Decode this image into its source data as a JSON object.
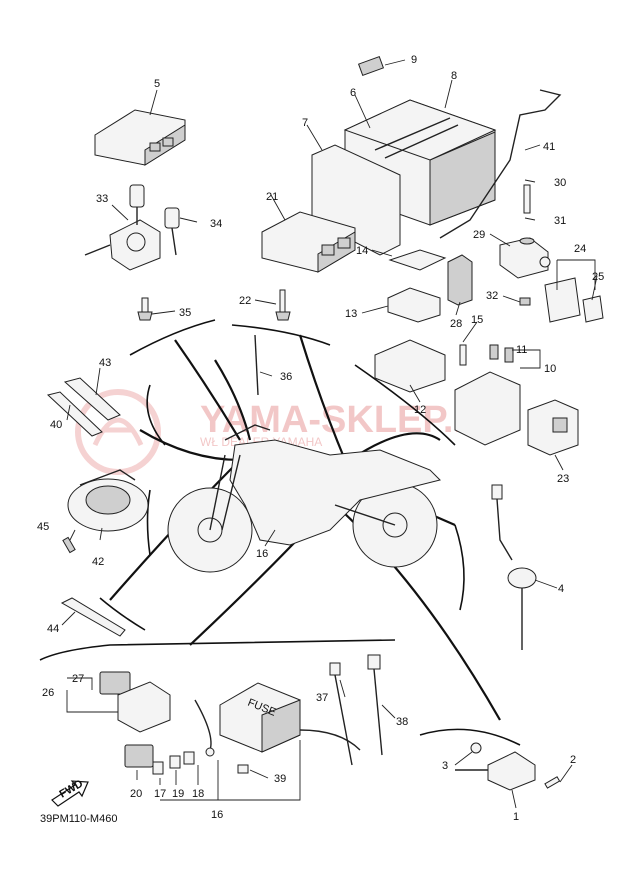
{
  "diagram_code": "39PM110-M460",
  "fwd_label": "FWD",
  "fuse_label": "FUSE",
  "watermark": {
    "main": "YAMA-SKLEP.PL",
    "sub": "WŁ DEALER YAMAHA"
  },
  "callouts": [
    {
      "id": "c1",
      "label": "1"
    },
    {
      "id": "c2",
      "label": "2"
    },
    {
      "id": "c3",
      "label": "3"
    },
    {
      "id": "c4",
      "label": "4"
    },
    {
      "id": "c5",
      "label": "5"
    },
    {
      "id": "c6",
      "label": "6"
    },
    {
      "id": "c7",
      "label": "7"
    },
    {
      "id": "c8",
      "label": "8"
    },
    {
      "id": "c9",
      "label": "9"
    },
    {
      "id": "c10",
      "label": "10"
    },
    {
      "id": "c11",
      "label": "11"
    },
    {
      "id": "c12",
      "label": "12"
    },
    {
      "id": "c13",
      "label": "13"
    },
    {
      "id": "c14",
      "label": "14"
    },
    {
      "id": "c15",
      "label": "15"
    },
    {
      "id": "c16a",
      "label": "16"
    },
    {
      "id": "c16b",
      "label": "16"
    },
    {
      "id": "c17",
      "label": "17"
    },
    {
      "id": "c18",
      "label": "18"
    },
    {
      "id": "c19",
      "label": "19"
    },
    {
      "id": "c20",
      "label": "20"
    },
    {
      "id": "c21",
      "label": "21"
    },
    {
      "id": "c22",
      "label": "22"
    },
    {
      "id": "c23",
      "label": "23"
    },
    {
      "id": "c24",
      "label": "24"
    },
    {
      "id": "c25",
      "label": "25"
    },
    {
      "id": "c26",
      "label": "26"
    },
    {
      "id": "c27",
      "label": "27"
    },
    {
      "id": "c28",
      "label": "28"
    },
    {
      "id": "c29",
      "label": "29"
    },
    {
      "id": "c30",
      "label": "30"
    },
    {
      "id": "c31",
      "label": "31"
    },
    {
      "id": "c32",
      "label": "32"
    },
    {
      "id": "c33",
      "label": "33"
    },
    {
      "id": "c34",
      "label": "34"
    },
    {
      "id": "c35",
      "label": "35"
    },
    {
      "id": "c36",
      "label": "36"
    },
    {
      "id": "c37",
      "label": "37"
    },
    {
      "id": "c38",
      "label": "38"
    },
    {
      "id": "c39",
      "label": "39"
    },
    {
      "id": "c40",
      "label": "40"
    },
    {
      "id": "c41",
      "label": "41"
    },
    {
      "id": "c42",
      "label": "42"
    },
    {
      "id": "c43",
      "label": "43"
    },
    {
      "id": "c44",
      "label": "44"
    },
    {
      "id": "c45",
      "label": "45"
    }
  ]
}
